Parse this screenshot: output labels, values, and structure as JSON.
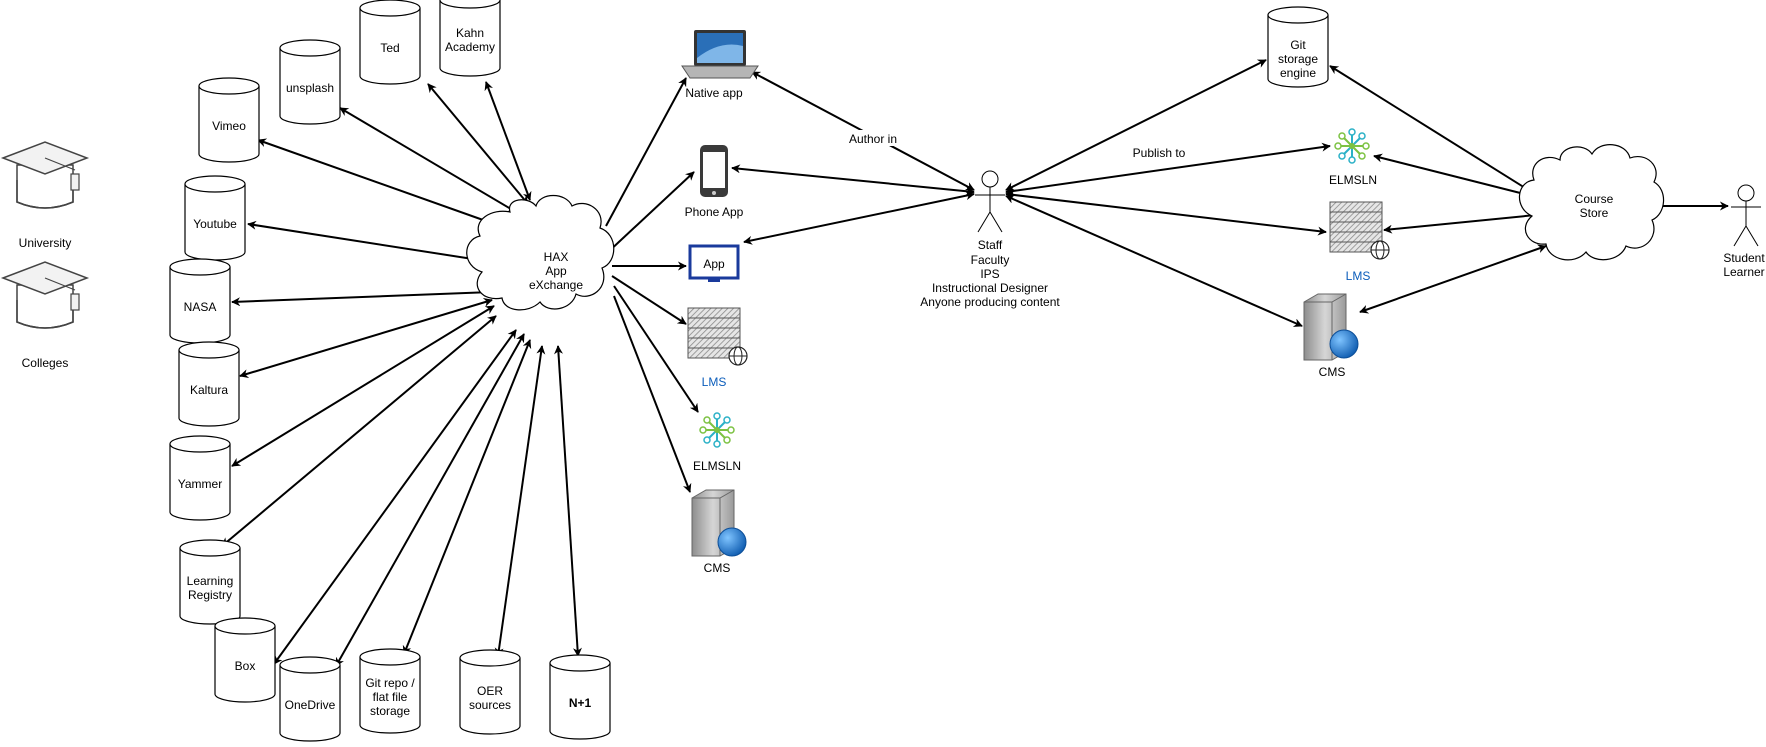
{
  "colors": {
    "line": "#000000",
    "link_blue": "#0b5dbb",
    "app_frame": "#1a3a9c",
    "laptop_screen": "#2a6fb8",
    "globe": "#1d7fd6",
    "elmsln_green": "#7cc242",
    "elmsln_teal": "#2bb1c7"
  },
  "institutions": [
    {
      "label": "University",
      "icon": "graduation-cap-icon"
    },
    {
      "label": "Colleges",
      "icon": "graduation-cap-icon"
    }
  ],
  "sources": [
    {
      "lines": [
        "Ted"
      ]
    },
    {
      "lines": [
        "Kahn",
        "Academy"
      ]
    },
    {
      "lines": [
        "unsplash"
      ]
    },
    {
      "lines": [
        "Vimeo"
      ]
    },
    {
      "lines": [
        "Youtube"
      ]
    },
    {
      "lines": [
        "NASA"
      ]
    },
    {
      "lines": [
        "Kaltura"
      ]
    },
    {
      "lines": [
        "Yammer"
      ]
    },
    {
      "lines": [
        "Learning",
        "Registry"
      ]
    },
    {
      "lines": [
        "Box"
      ]
    },
    {
      "lines": [
        "OneDrive"
      ]
    },
    {
      "lines": [
        "Git repo /",
        "flat file",
        "storage"
      ]
    },
    {
      "lines": [
        "OER",
        "sources"
      ]
    },
    {
      "lines": [
        "N+1"
      ],
      "bold": true
    }
  ],
  "hub": {
    "lines": [
      "HAX",
      "App",
      "eXchange"
    ]
  },
  "outputs": {
    "native_app": "Native app",
    "phone_app": "Phone App",
    "app": "App",
    "lms": "LMS",
    "elmsln": "ELMSLN",
    "cms": "CMS"
  },
  "author_in_label": "Author in",
  "actor": {
    "lines": [
      "Staff",
      "Faculty",
      "IPS",
      "Instructional Designer",
      "Anyone producing content"
    ]
  },
  "publish_to_label": "Publish to",
  "targets": {
    "git": [
      "Git",
      "storage",
      "engine"
    ],
    "elmsln": "ELMSLN",
    "lms": "LMS",
    "cms": "CMS"
  },
  "course_store": {
    "lines": [
      "Course",
      "Store"
    ]
  },
  "student": {
    "lines": [
      "Student",
      "Learner"
    ]
  }
}
